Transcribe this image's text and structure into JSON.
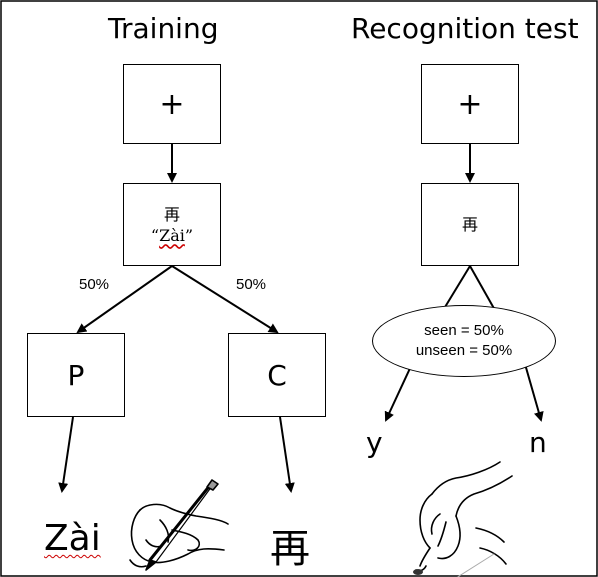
{
  "titles": {
    "training": "Training",
    "recognition": "Recognition test"
  },
  "training": {
    "fixation": "+",
    "stimulus_character": "再",
    "stimulus_pinyin_open": "“",
    "stimulus_pinyin_word": "Zài",
    "stimulus_pinyin_close": "”",
    "branch_left_pct": "50%",
    "branch_right_pct": "50%",
    "condition_p": "P",
    "condition_c": "C",
    "output_pinyin": "Zài",
    "output_character": "再"
  },
  "recognition": {
    "fixation": "+",
    "stimulus_character": "再",
    "seen_label": "seen = 50%",
    "unseen_label": "unseen = 50%",
    "response_yes": "y",
    "response_no": "n"
  },
  "icons": [
    "writing-hand-icon",
    "pointing-hand-icon"
  ]
}
